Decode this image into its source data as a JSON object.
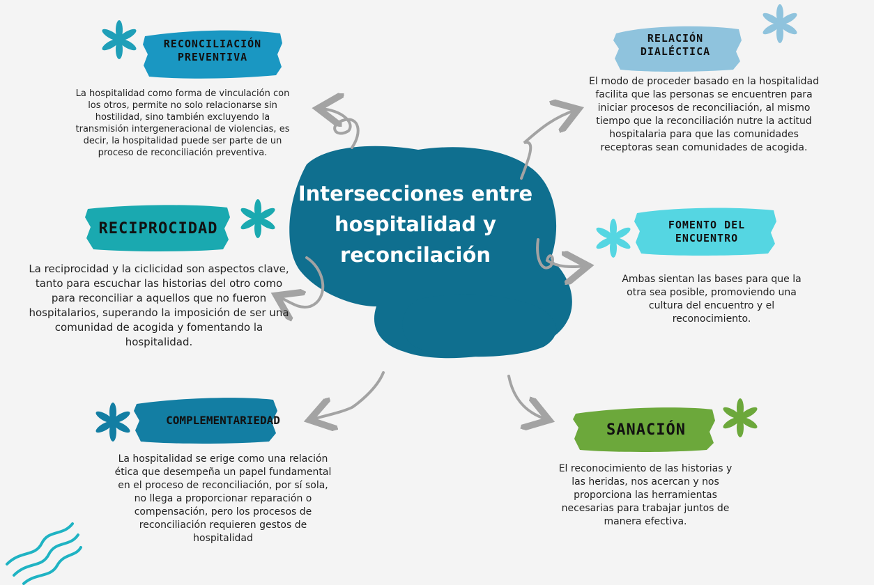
{
  "center": {
    "title": "Intersecciones entre hospitalidad y reconcilación"
  },
  "nodes": [
    {
      "id": "reconciliacion-preventiva",
      "title": "Reconciliación preventiva",
      "color": "#1a97c2",
      "body": "La hospitalidad como forma de vinculación con los otros, permite no solo relacionarse sin hostilidad, sino también excluyendo la transmisión intergeneracional de violencias, es decir, la hospitalidad puede ser parte de un proceso de reconciliación preventiva."
    },
    {
      "id": "reciprocidad",
      "title": "Reciprocidad",
      "color": "#1aa9b0",
      "body": "La reciprocidad y la ciclicidad son aspectos clave, tanto para escuchar las historias del otro como para reconciliar a aquellos que no fueron hospitalarios, superando la imposición de ser una comunidad de acogida y fomentando la hospitalidad."
    },
    {
      "id": "complementariedad",
      "title": "Complementariedad",
      "color": "#137ea3",
      "body": "La hospitalidad se erige como una relación ética que desempeña un papel fundamental en el proceso de reconciliación, por sí sola, no llega a proporcionar reparación o compensación, pero los procesos de reconciliación requieren gestos de hospitalidad"
    },
    {
      "id": "relacion-dialectica",
      "title": "Relación dialéctica",
      "color": "#8fc3dd",
      "body": "El modo de proceder basado en la hospitalidad facilita que las personas se encuentren para iniciar procesos de reconciliación, al mismo tiempo que la reconciliación nutre la actitud hospitalaria para que las comunidades receptoras sean comunidades de acogida."
    },
    {
      "id": "fomento-del-encuentro",
      "title": "Fomento del encuentro",
      "color": "#55d6e2",
      "body": "Ambas sientan las bases para que la otra sea posible, promoviendo una cultura del encuentro y el reconocimiento."
    },
    {
      "id": "sanacion",
      "title": "Sanación",
      "color": "#6ca83b",
      "body": "El reconocimiento de las historias y las heridas, nos acercan y nos proporciona las herramientas necesarias para trabajar juntos de manera efectiva."
    }
  ],
  "colors": {
    "center_blob": "#0f6f8f",
    "arrow": "#a3a3a3",
    "star_teal": "#1f9fb8",
    "star_light": "#8fc3dd",
    "star_cyan": "#55d6e2",
    "star_green": "#6ca83b"
  }
}
